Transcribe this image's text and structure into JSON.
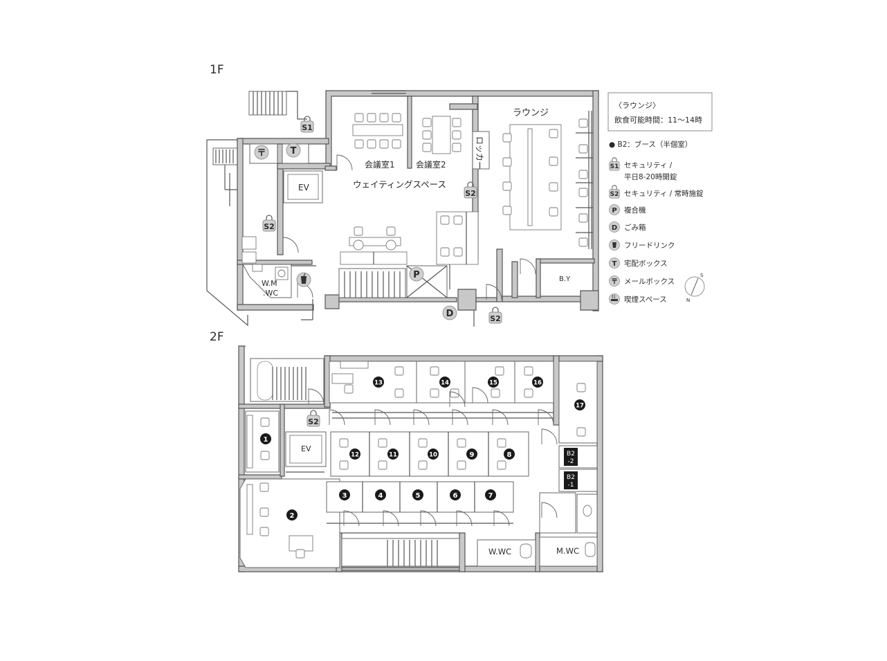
{
  "floors": {
    "f1": {
      "label": "1F",
      "rooms": {
        "meeting1": "会議室1",
        "meeting2": "会議室2",
        "locker": "ロッカー",
        "lounge": "ラウンジ",
        "waiting": "ウェイティングスペース",
        "ev": "EV",
        "wm_wc_1": "W.M",
        "wm_wc_2": ".WC",
        "by": "B.Y"
      },
      "markers": {
        "s1": "S1",
        "s2": "S2",
        "p": "P",
        "d": "D",
        "t": "T",
        "mail": "〒"
      }
    },
    "f2": {
      "label": "2F",
      "rooms": {
        "ev": "EV",
        "wwc": "W.WC",
        "mwc": "M.WC",
        "b2_2_a": "B2",
        "b2_2_b": "-2",
        "b2_1_a": "B2",
        "b2_1_b": "-1"
      },
      "booths": [
        "1",
        "2",
        "3",
        "4",
        "5",
        "6",
        "7",
        "8",
        "9",
        "10",
        "11",
        "12",
        "13",
        "14",
        "15",
        "16",
        "17"
      ],
      "markers": {
        "s2": "S2"
      }
    }
  },
  "lounge_info": {
    "title": "〈ラウンジ〉",
    "hours": "飲食可能時間：11〜14時"
  },
  "legend": {
    "booth": "● B2：ブース（半個室）",
    "s1_badge": "S1",
    "s1_line1": "セキュリティ /",
    "s1_line2": "平日8-20時開錠",
    "s2_badge": "S2",
    "s2_text": "セキュリティ / 常時施錠",
    "p_badge": "P",
    "p_text": "複合機",
    "d_badge": "D",
    "d_text": "ごみ箱",
    "drink_text": "フリードリンク",
    "t_badge": "T",
    "t_text": "宅配ボックス",
    "mail_badge": "〒",
    "mail_text": "メールボックス",
    "smoke_text": "喫煙スペース"
  },
  "compass": {
    "s": "S",
    "n": "N"
  }
}
